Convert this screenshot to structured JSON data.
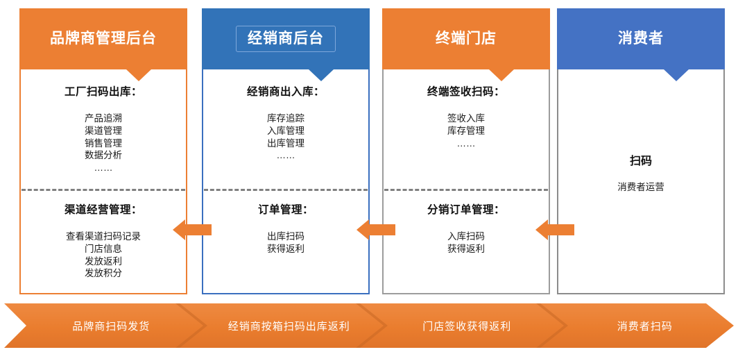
{
  "colors": {
    "orange": "#EC7F33",
    "blue_dealer": "#3273B8",
    "blue_consumer": "#4472C4",
    "divider_gray": "#808080",
    "border_gray": "#9C9C9C",
    "text_dark": "#111111",
    "white": "#FFFFFF"
  },
  "columns": [
    {
      "id": "brand-admin",
      "header": "品牌商管理后台",
      "header_style": "orange",
      "top": {
        "title": "工厂扫码出库：",
        "items": [
          "产品追溯",
          "渠道管理",
          "销售管理",
          "数据分析",
          "……"
        ]
      },
      "bottom": {
        "title": "渠道经营管理：",
        "items": [
          "查看渠道扫码记录",
          "门店信息",
          "发放返利",
          "发放积分"
        ]
      }
    },
    {
      "id": "dealer-backend",
      "header": "经销商后台",
      "header_style": "blue-boxed",
      "top": {
        "title": "经销商出入库：",
        "items": [
          "库存追踪",
          "入库管理",
          "出库管理",
          "……"
        ]
      },
      "bottom": {
        "title": "订单管理：",
        "items": [
          "出库扫码",
          "获得返利"
        ]
      }
    },
    {
      "id": "terminal-store",
      "header": "终端门店",
      "header_style": "orange",
      "top": {
        "title": "终端签收扫码：",
        "items": [
          "签收入库",
          "库存管理",
          "……"
        ]
      },
      "bottom": {
        "title": "分销订单管理：",
        "items": [
          "入库扫码",
          "获得返利"
        ]
      }
    },
    {
      "id": "consumer",
      "header": "消费者",
      "header_style": "blue",
      "consumer": {
        "title": "扫码",
        "subtitle": "消费者运营"
      }
    }
  ],
  "connectors": [
    {
      "id": "dealer-to-brand",
      "direction": "left"
    },
    {
      "id": "store-to-dealer",
      "direction": "left"
    },
    {
      "id": "consumer-to-store",
      "direction": "left"
    }
  ],
  "banner": {
    "segments": [
      "品牌商扫码发货",
      "经销商按箱扫码出库返利",
      "门店签收获得返利",
      "消费者扫码"
    ]
  }
}
